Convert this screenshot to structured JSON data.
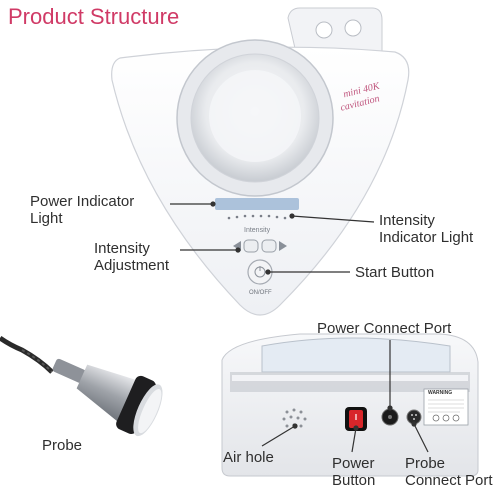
{
  "title": "Product Structure",
  "device_text": {
    "model_line1": "mini 40K",
    "model_line2": "cavitation",
    "intensity": "Intensity",
    "on_off": "ON/OFF",
    "warning": "WARNING"
  },
  "labels": {
    "power_indicator_line1": "Power Indicator",
    "power_indicator_line2": "Light",
    "intensity_indicator_line1": "Intensity",
    "intensity_indicator_line2": "Indicator Light",
    "intensity_adjust_line1": "Intensity",
    "intensity_adjust_line2": "Adjustment",
    "start_button": "Start Button",
    "power_connect_port": "Power Connect Port",
    "probe": "Probe",
    "air_hole": "Air hole",
    "power_button_line1": "Power",
    "power_button_line2": "Button",
    "probe_port_line1": "Probe",
    "probe_port_line2": "Connect Port"
  },
  "colors": {
    "title": "#d03a66",
    "model_text": "#c0567e",
    "power_switch": "#d8262a"
  }
}
